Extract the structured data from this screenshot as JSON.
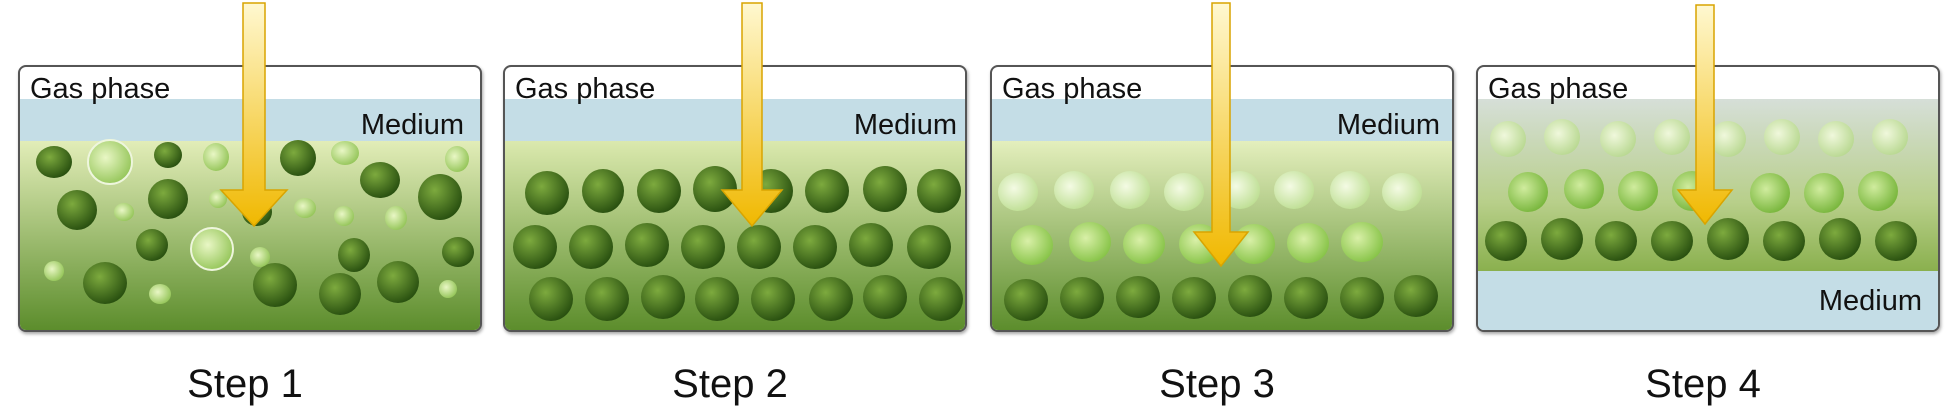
{
  "panels": [
    {
      "gas_label": "Gas phase",
      "medium_label": "Medium",
      "step_label": "Step 1"
    },
    {
      "gas_label": "Gas phase",
      "medium_label": "Medium",
      "step_label": "Step 2"
    },
    {
      "gas_label": "Gas phase",
      "medium_label": "Medium",
      "step_label": "Step 3"
    },
    {
      "gas_label": "Gas phase",
      "medium_label": "Medium",
      "step_label": "Step 4"
    }
  ],
  "colors": {
    "medium": "#c4dde6",
    "culture_top": "#d6e6a0",
    "culture_bottom": "#5a8a2a",
    "cell_dark": "#2f5c14",
    "cell_light": "#a9d86c",
    "arrow_fill": "#f5c400",
    "border": "#555555"
  }
}
